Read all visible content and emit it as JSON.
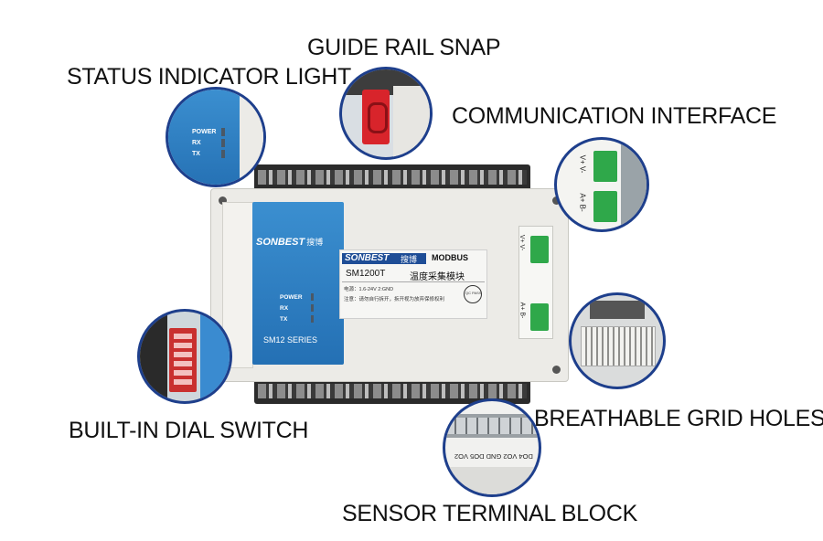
{
  "callouts": {
    "guide_rail_snap": "GUIDE RAIL SNAP",
    "status_indicator_light": "STATUS INDICATOR LIGHT",
    "communication_interface": "COMMUNICATION INTERFACE",
    "built_in_dial_switch": "BUILT-IN DIAL SWITCH",
    "breathable_grid_holes": "BREATHABLE GRID HOLES",
    "sensor_terminal_block": "SENSOR TERMINAL BLOCK"
  },
  "device": {
    "brand": "SONBEST",
    "brand_cn": "搜博",
    "series": "SM12 SERIES",
    "leds": [
      "POWER",
      "RX",
      "TX"
    ],
    "label_protocol": "MODBUS",
    "model": "SM1200T",
    "model_cn": "温度采集模块",
    "power_spec": "电源：1.6-24V  2:GND",
    "note": "注意：请勿自行拆开，拆开视为放弃保修权利",
    "qc": "QC PASS",
    "comm_terminals_top": "V+ V-",
    "comm_terminals_bottom": "A+ B-"
  },
  "zoom_labels": {
    "terminal_strip": "DO4 VO2 GND DO5 VO2"
  },
  "colors": {
    "panel_blue": "#2b7bbf",
    "callout_ring": "#1e3f8c",
    "connector_green": "#2fa84a",
    "snap_red": "#d8242b"
  }
}
